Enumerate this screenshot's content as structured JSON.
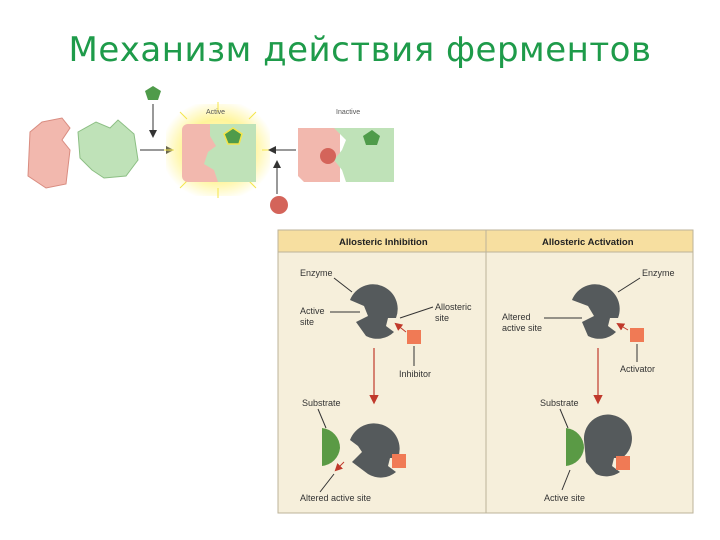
{
  "slide": {
    "title": "Механизм действия ферментов"
  },
  "top_diagram": {
    "active_label": "Active",
    "inactive_label": "Inactive"
  },
  "allosteric_panel": {
    "inhibition": {
      "header": "Allosteric Inhibition",
      "enzyme": "Enzyme",
      "active_site": [
        "Active",
        "site"
      ],
      "allosteric_site": [
        "Allosteric",
        "site"
      ],
      "inhibitor": "Inhibitor",
      "substrate": "Substrate",
      "altered_active_site": "Altered active site"
    },
    "activation": {
      "header": "Allosteric Activation",
      "enzyme": "Enzyme",
      "altered_active_site": [
        "Altered",
        "active site"
      ],
      "activator": "Activator",
      "substrate": "Substrate",
      "active_site": "Active site"
    }
  },
  "colors": {
    "title": "#1e9b4a",
    "pink": "#f2b8ae",
    "green_light": "#bfe2b8",
    "green_dark": "#4f9b4a",
    "panel_bg": "#f6efdb",
    "panel_header": "#f7dfa0",
    "enzyme_gray": "#555a5c",
    "regulator": "#f07a55",
    "glow": "#fff27a"
  }
}
